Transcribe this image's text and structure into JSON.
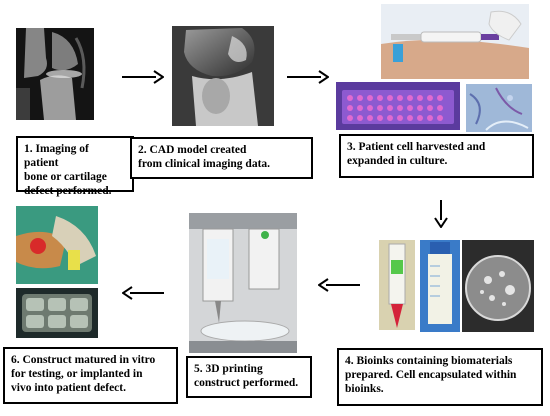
{
  "steps": [
    {
      "text": "1. Imaging of patient\nbone or cartilage\ndefect performed."
    },
    {
      "text": "2. CAD model created\nfrom clinical imaging data."
    },
    {
      "text": "3. Patient cell harvested and\nexpanded in culture."
    },
    {
      "text": "4. Bioinks containing biomaterials\nprepared. Cell encapsulated within\nbioinks."
    },
    {
      "text": "5. 3D printing\nconstruct performed."
    },
    {
      "text": "6. Construct matured in vitro\nfor testing, or implanted in\nvivo into patient defect."
    }
  ]
}
